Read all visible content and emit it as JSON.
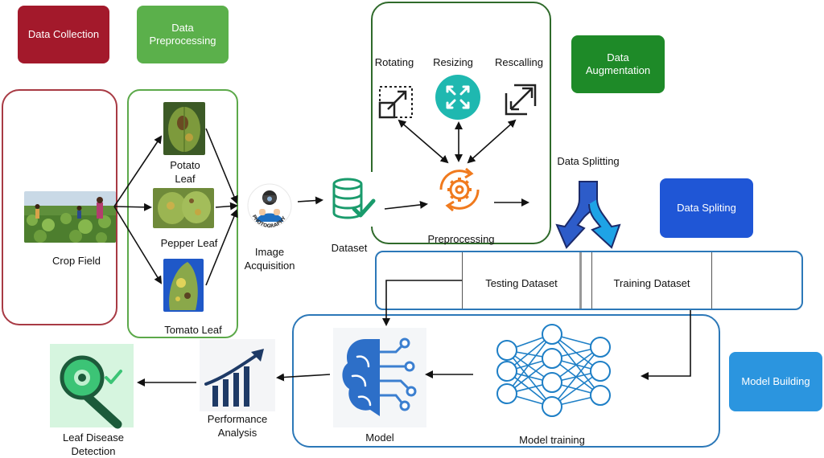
{
  "legend": {
    "data_collection": "Data Collection",
    "data_preprocessing": "Data\nPreprocessing",
    "data_augmentation": "Data\nAugmentation",
    "data_spliting": "Data Spliting",
    "model_building": "Model Building"
  },
  "collection": {
    "crop_field": "Crop Field",
    "potato_leaf": "Potato\nLeaf",
    "pepper_leaf": "Pepper Leaf",
    "tomato_leaf": "Tomato Leaf",
    "image_acquisition": "Image\nAcquisition",
    "photo_badge": "PHOTOGRAPHY",
    "dataset": "Dataset"
  },
  "augmentation": {
    "rotating": "Rotating",
    "resizing": "Resizing",
    "rescalling": "Rescalling",
    "preprocessing": "Preprocessing"
  },
  "splitting": {
    "data_splitting": "Data Splitting",
    "testing_dataset": "Testing Dataset",
    "training_dataset": "Training Dataset"
  },
  "model": {
    "model_training": "Model training",
    "model": "Model",
    "performance_analysis": "Performance\nAnalysis",
    "leaf_disease_detection": "Leaf Disease\nDetection"
  },
  "colors": {
    "collection": "#a3192b",
    "preprocessing": "#5bb04b",
    "augmentation": "#1e8a28",
    "spliting": "#1f56d6",
    "model_building": "#2b95df",
    "frame_collection": "#a83a44",
    "frame_preprocessing": "#5ca94a",
    "frame_augmentation": "#2f6a2b",
    "frame_blue": "#2c78b8"
  }
}
